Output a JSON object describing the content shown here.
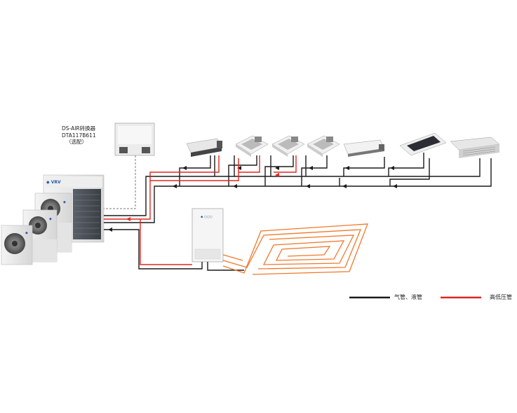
{
  "converter": {
    "name": "DS-AIR转换器",
    "model": "DTA117B611",
    "note": "（选配）"
  },
  "legend": {
    "black_label": "气管、液管",
    "red_label": "高低压管"
  },
  "colors": {
    "gas_liquid_pipe": "#1a1a1a",
    "high_low_pressure_pipe": "#e0281e",
    "floor_heating_coil": "#f0782a",
    "signal_line": "#7a7a7a"
  }
}
